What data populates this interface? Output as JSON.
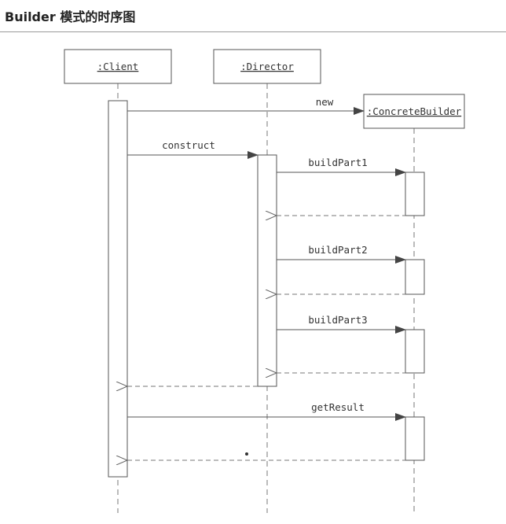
{
  "heading": "Builder 模式的时序图",
  "participants": {
    "client": ":Client",
    "director": ":Director",
    "concrete_builder": ":ConcreteBuilder"
  },
  "messages": {
    "new": "new",
    "construct": "construct",
    "build_part1": "buildPart1",
    "build_part2": "buildPart2",
    "build_part3": "buildPart3",
    "get_result": "getResult"
  }
}
